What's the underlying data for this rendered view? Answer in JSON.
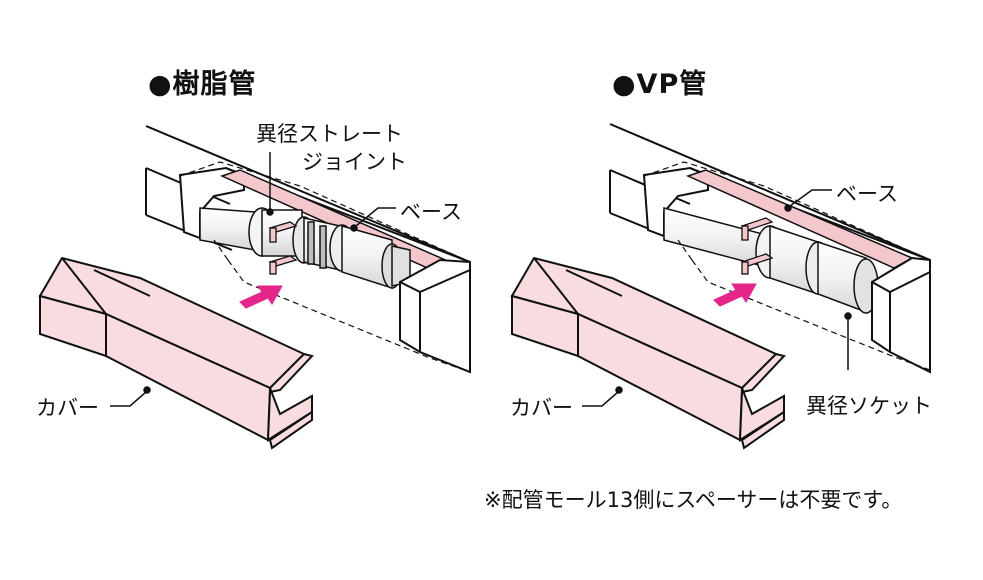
{
  "left_panel": {
    "title": "●樹脂管",
    "label_joint_line1": "異径ストレート",
    "label_joint_line2": "ジョイント",
    "label_base": "ベース",
    "label_cover": "カバー"
  },
  "right_panel": {
    "title": "●VP管",
    "label_base": "ベース",
    "label_socket": "異径ソケット",
    "label_cover": "カバー"
  },
  "footnote": "※配管モール13側にスペーサーは不要です。",
  "colors": {
    "cover_fill": "#f9dcdf",
    "arrow": "#e4268a",
    "line": "#111111"
  }
}
